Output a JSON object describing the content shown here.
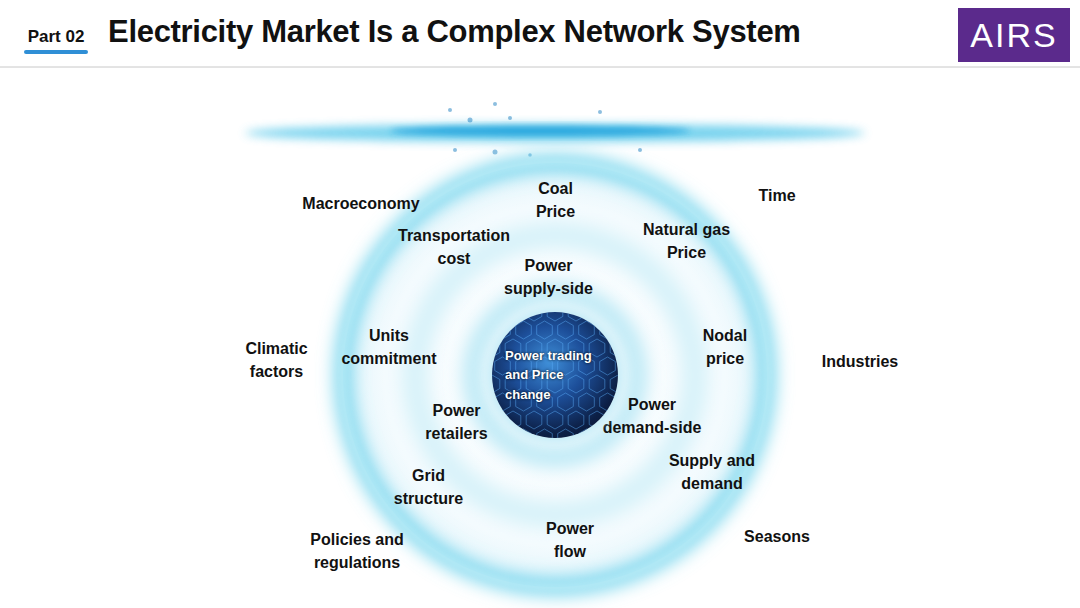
{
  "diagram": {
    "title": "Electricity Market Is a Complex Network System",
    "nodes": [
      {
        "text": [
          "Power trading and Price change"
        ]
      }
    ],
    "labels": [
      "Part 02",
      "AIRS",
      "Macroeconomy",
      "Coal Price",
      "Time",
      "Transportation cost",
      "Natural gas Price",
      "Power supply-side",
      "Units commitment",
      "Climatic factors",
      "Nodal price",
      "Industries",
      "Power retailers",
      "Power demand-side",
      "Supply and demand",
      "Grid structure",
      "Seasons",
      "Policies and regulations",
      "Power flow"
    ]
  }
}
